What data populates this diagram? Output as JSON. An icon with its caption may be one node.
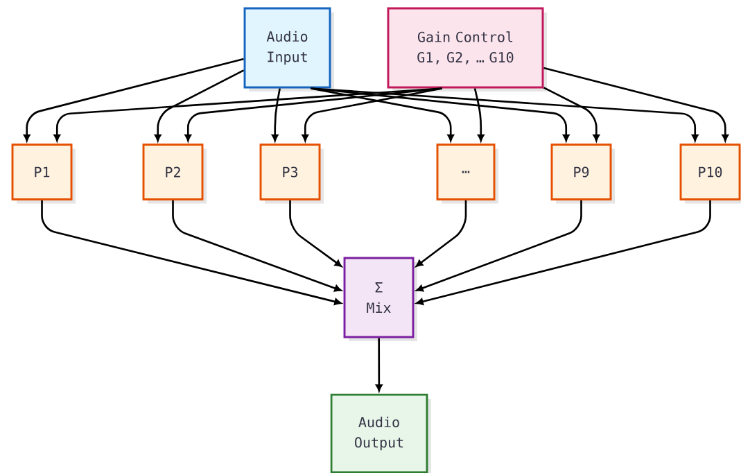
{
  "diagram": {
    "nodes": [
      {
        "text": [
          "Audio Input"
        ]
      },
      {
        "text": [
          "Gain Control G1, G2, … G10"
        ]
      },
      {
        "text": [
          "P1"
        ]
      },
      {
        "text": [
          "P2"
        ]
      },
      {
        "text": [
          "P3"
        ]
      },
      {
        "text": [
          "…"
        ]
      },
      {
        "text": [
          "P9"
        ]
      },
      {
        "text": [
          "P10"
        ]
      },
      {
        "text": [
          "Σ Mix"
        ]
      },
      {
        "text": [
          "Audio Output"
        ]
      }
    ],
    "edges": [
      {
        "from": 0,
        "to": 2,
        "arrow": "to"
      },
      {
        "from": 0,
        "to": 3,
        "arrow": "to"
      },
      {
        "from": 0,
        "to": 4,
        "arrow": "to"
      },
      {
        "from": 0,
        "to": 5,
        "arrow": "to"
      },
      {
        "from": 0,
        "to": 6,
        "arrow": "to"
      },
      {
        "from": 0,
        "to": 7,
        "arrow": "to"
      },
      {
        "from": 1,
        "to": 2,
        "arrow": "to"
      },
      {
        "from": 1,
        "to": 3,
        "arrow": "to"
      },
      {
        "from": 1,
        "to": 4,
        "arrow": "to"
      },
      {
        "from": 1,
        "to": 5,
        "arrow": "to"
      },
      {
        "from": 1,
        "to": 6,
        "arrow": "to"
      },
      {
        "from": 1,
        "to": 7,
        "arrow": "to"
      },
      {
        "from": 2,
        "to": 8,
        "arrow": "to"
      },
      {
        "from": 3,
        "to": 8,
        "arrow": "to"
      },
      {
        "from": 4,
        "to": 8,
        "arrow": "to"
      },
      {
        "from": 5,
        "to": 8,
        "arrow": "to"
      },
      {
        "from": 6,
        "to": 8,
        "arrow": "to"
      },
      {
        "from": 7,
        "to": 8,
        "arrow": "to"
      },
      {
        "from": 8,
        "to": 9,
        "arrow": "to"
      }
    ]
  }
}
